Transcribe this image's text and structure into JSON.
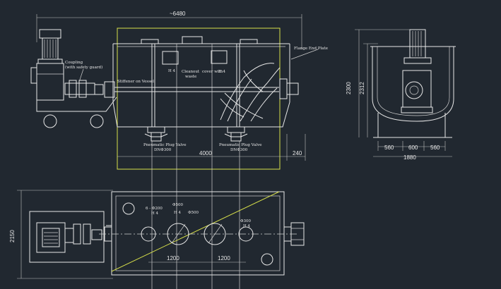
{
  "colors": {
    "background": "#212830",
    "line": "#e8e8e8",
    "highlight": "#d8e04a"
  },
  "front_view": {
    "overall_length": "~6480",
    "length_4000": "4000",
    "length_240": "240",
    "height_2300": "2300",
    "height_2312": "2312",
    "label_coupling": "Coupling",
    "label_coupling_guard": "(with safety guard)",
    "label_stiffener": "Stiffener on Vessel",
    "label_flange_end_plate": "Flange End Plate",
    "label_cleanout": "Cleanout",
    "label_cleanout2": "waste",
    "label_cleanout3": "cover with",
    "label_h4_left": "H 4",
    "label_h4_right": "H 4",
    "label_valve_left": "Pneumatic Plug Valve",
    "label_valve_left_size": "DNΦ300",
    "label_valve_right": "Pneumatic Plug Valve",
    "label_valve_right_size": "DNΦ300"
  },
  "side_view": {
    "width_560_left": "560",
    "width_600": "600",
    "width_560_right": "560",
    "width_total": "1880"
  },
  "top_view": {
    "width_2150": "2150",
    "hole_label_1": "6 - Φ200",
    "hole_label_1b": "H 4",
    "hole_label_2": "Φ500",
    "hole_label_2b": "Φ500",
    "hole_label_2c": "H 4",
    "hole_label_3": "Φ300",
    "hole_label_3b": "H 4",
    "spacing_1": "1200",
    "spacing_2": "1200"
  }
}
